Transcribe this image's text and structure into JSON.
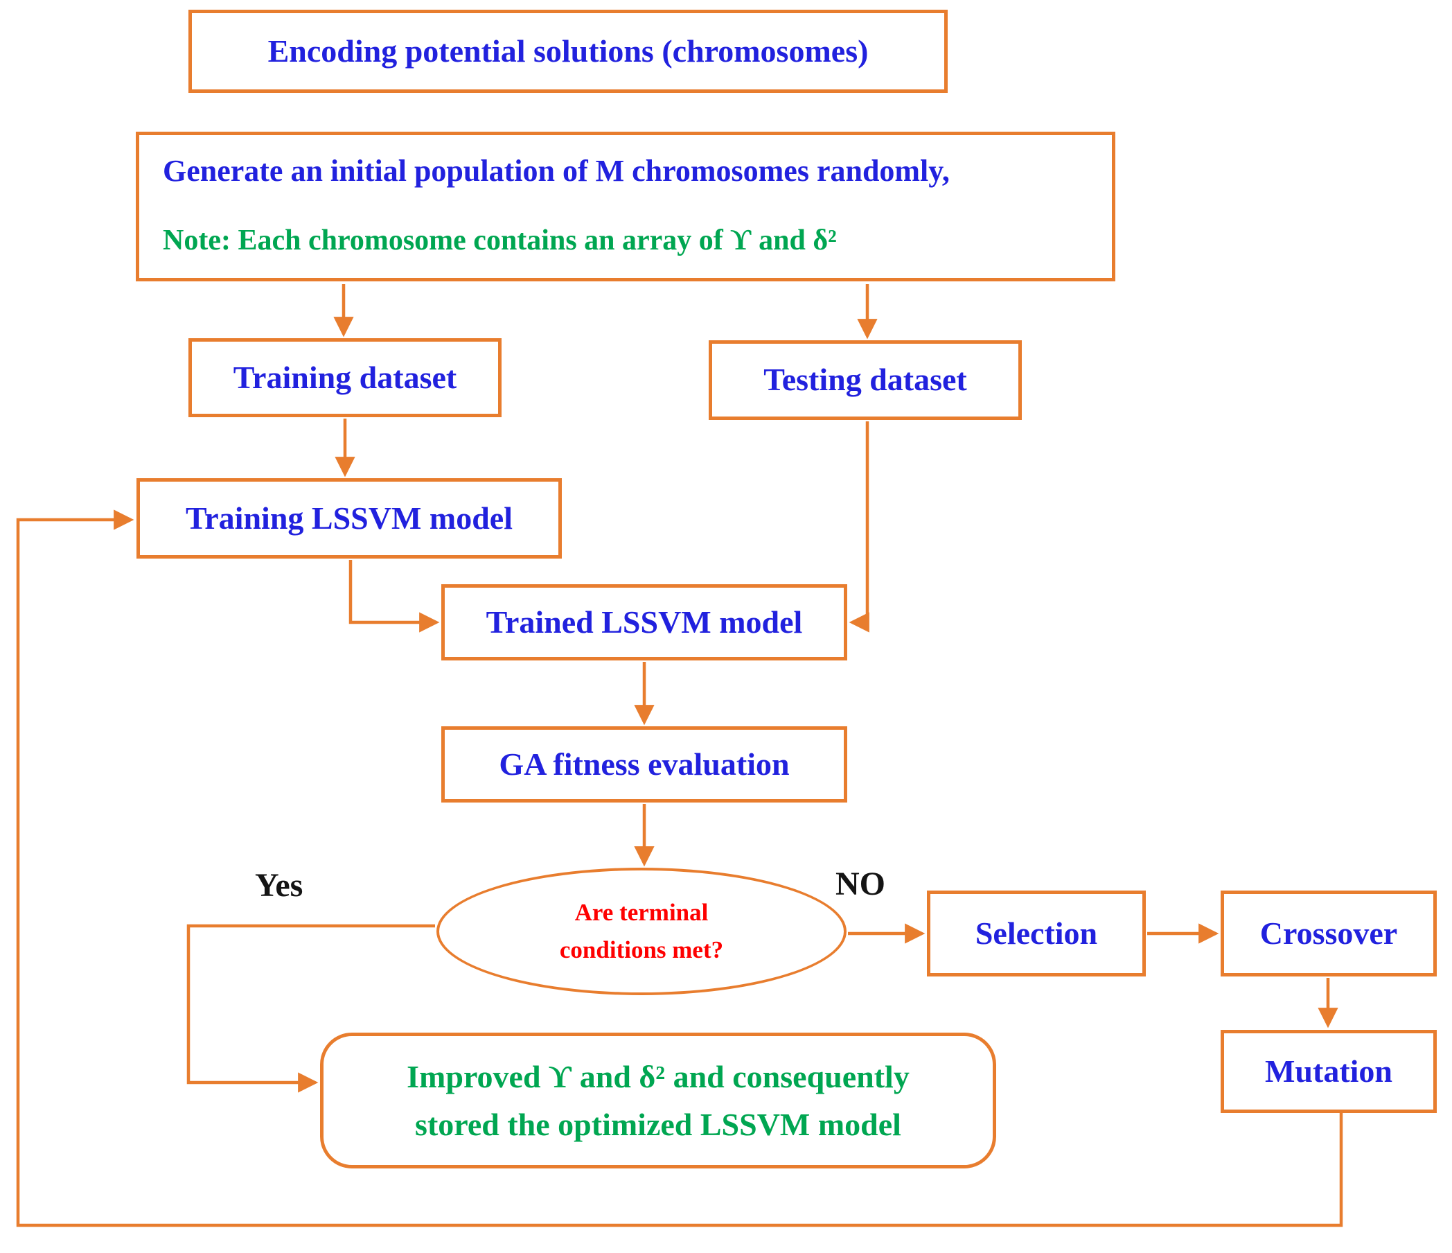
{
  "colors": {
    "accent_orange": "#E87D2E",
    "text_blue": "#2121DE",
    "text_green": "#00A651",
    "text_red": "#FE0000",
    "text_black": "#141414"
  },
  "labels": {
    "yes": "Yes",
    "no": "NO"
  },
  "nodes": {
    "encoding": {
      "label": "Encoding potential solutions (chromosomes)"
    },
    "generate": {
      "line1": "Generate an initial population of M chromosomes randomly,",
      "line2": "Note: Each chromosome contains an array of ϒ and δ²"
    },
    "training_dataset": {
      "label": "Training dataset"
    },
    "testing_dataset": {
      "label": "Testing dataset"
    },
    "training_model": {
      "label": "Training LSSVM model"
    },
    "trained_model": {
      "label": "Trained LSSVM model"
    },
    "ga_fitness": {
      "label": "GA fitness evaluation"
    },
    "decision": {
      "line1": "Are terminal",
      "line2": "conditions met?"
    },
    "selection": {
      "label": "Selection"
    },
    "crossover": {
      "label": "Crossover"
    },
    "mutation": {
      "label": "Mutation"
    },
    "improved": {
      "line1": "Improved ϒ and δ² and consequently",
      "line2": "stored the optimized LSSVM model"
    }
  }
}
